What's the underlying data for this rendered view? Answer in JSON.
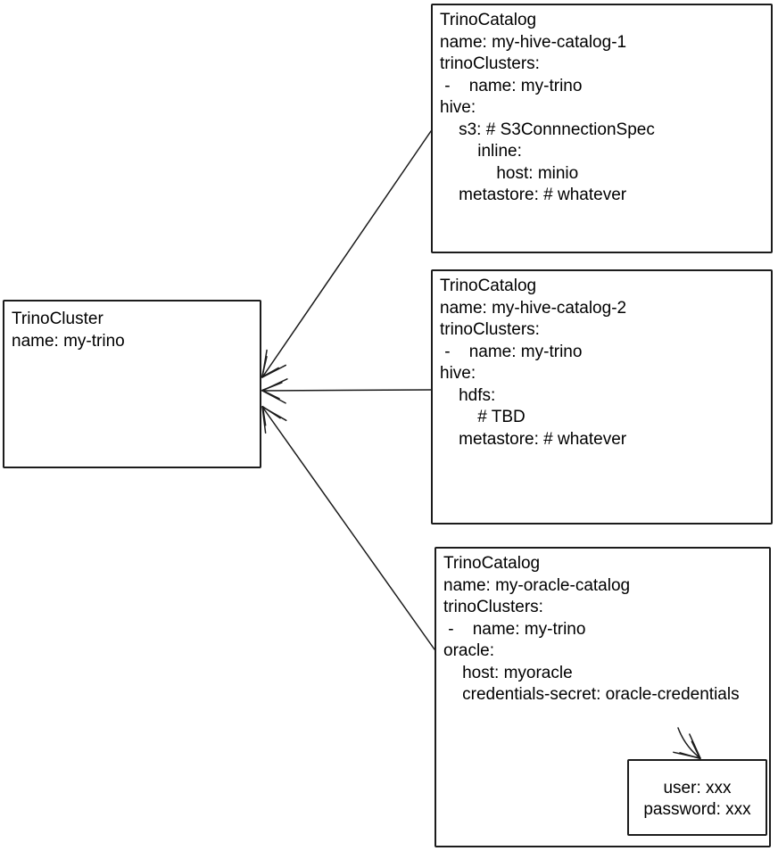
{
  "colors": {
    "background": "#ffffff",
    "stroke": "#1a1a1a",
    "text": "#000000"
  },
  "nodes": {
    "cluster": {
      "lines": [
        "TrinoCluster",
        "name: my-trino"
      ]
    },
    "catalog1": {
      "lines": [
        "TrinoCatalog",
        "name: my-hive-catalog-1",
        "trinoClusters:",
        " -    name: my-trino",
        "hive:",
        "    s3: # S3ConnnectionSpec",
        "        inline:",
        "            host: minio",
        "    metastore: # whatever"
      ]
    },
    "catalog2": {
      "lines": [
        "TrinoCatalog",
        "name: my-hive-catalog-2",
        "trinoClusters:",
        " -    name: my-trino",
        "hive:",
        "    hdfs:",
        "        # TBD",
        "    metastore: # whatever"
      ]
    },
    "catalog3": {
      "lines": [
        "TrinoCatalog",
        "name: my-oracle-catalog",
        "trinoClusters:",
        " -    name: my-trino",
        "oracle:",
        "    host: myoracle",
        "    credentials-secret: oracle-credentials"
      ]
    },
    "secret": {
      "lines": [
        "user: xxx",
        "password: xxx"
      ]
    }
  },
  "edges": [
    {
      "from": "catalog1",
      "to": "cluster",
      "arrowhead": "at-cluster"
    },
    {
      "from": "catalog2",
      "to": "cluster",
      "arrowhead": "at-cluster"
    },
    {
      "from": "catalog3",
      "to": "cluster",
      "arrowhead": "at-cluster"
    },
    {
      "from": "catalog3-credentials-secret",
      "to": "secret",
      "arrowhead": "at-secret"
    }
  ]
}
